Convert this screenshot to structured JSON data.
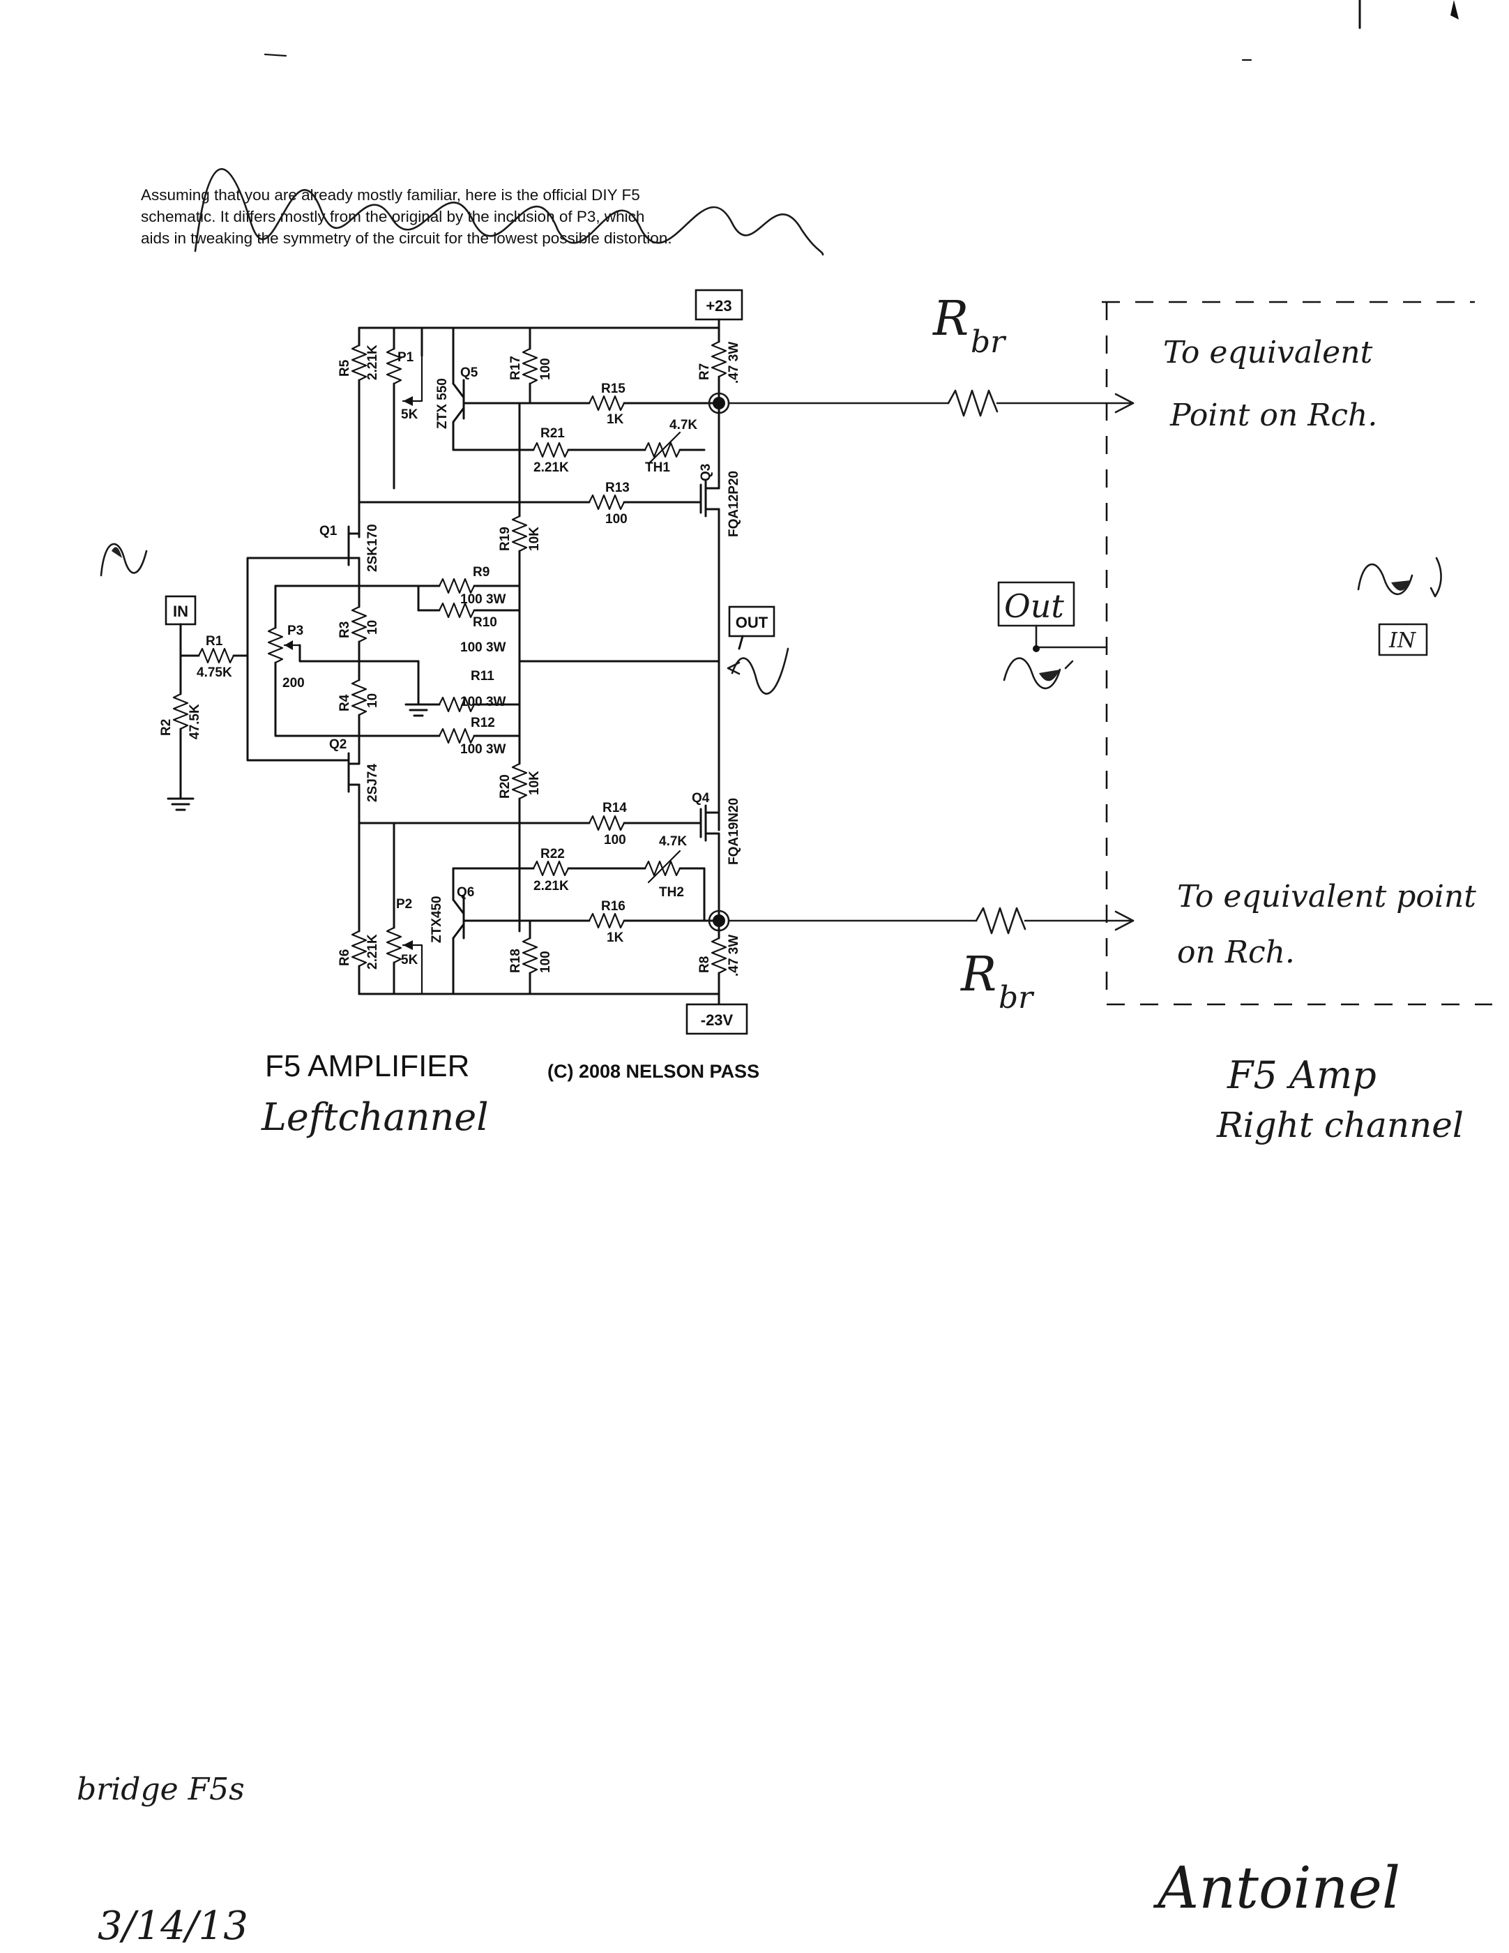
{
  "intro": {
    "line1": "Assuming that you are already mostly familiar, here is the official DIY F5",
    "line2": "schematic.  It differs mostly from the original by the inclusion of P3, which",
    "line3": "aids in tweaking the symmetry of the circuit for the lowest possible distortion."
  },
  "rails": {
    "pos": "+23",
    "neg": "-23V"
  },
  "terminals": {
    "in": "IN",
    "out": "OUT"
  },
  "components": {
    "R1": {
      "ref": "R1",
      "val": "4.75K"
    },
    "R2": {
      "ref": "R2",
      "val": "47.5K"
    },
    "R3": {
      "ref": "R3",
      "val": "10"
    },
    "R4": {
      "ref": "R4",
      "val": "10"
    },
    "R5": {
      "ref": "R5",
      "val": "2.21K"
    },
    "R6": {
      "ref": "R6",
      "val": "2.21K"
    },
    "R7": {
      "ref": "R7",
      "val": ".47 3W"
    },
    "R8": {
      "ref": "R8",
      "val": ".47 3W"
    },
    "R9": {
      "ref": "R9",
      "val": "100 3W"
    },
    "R10": {
      "ref": "R10",
      "val": "100 3W"
    },
    "R11": {
      "ref": "R11",
      "val": "100 3W"
    },
    "R12": {
      "ref": "R12",
      "val": "100 3W"
    },
    "R13": {
      "ref": "R13",
      "val": "100"
    },
    "R14": {
      "ref": "R14",
      "val": "100"
    },
    "R15": {
      "ref": "R15",
      "val": "1K"
    },
    "R16": {
      "ref": "R16",
      "val": "1K"
    },
    "R17": {
      "ref": "R17",
      "val": "100"
    },
    "R18": {
      "ref": "R18",
      "val": "100"
    },
    "R19": {
      "ref": "R19",
      "val": "10K"
    },
    "R20": {
      "ref": "R20",
      "val": "10K"
    },
    "R21": {
      "ref": "R21",
      "val": "2.21K"
    },
    "R22": {
      "ref": "R22",
      "val": "2.21K"
    },
    "P1": {
      "ref": "P1",
      "val": "5K"
    },
    "P2": {
      "ref": "P2",
      "val": "5K"
    },
    "P3": {
      "ref": "P3",
      "val": "200"
    },
    "TH1": {
      "ref": "TH1",
      "val": "4.7K"
    },
    "TH2": {
      "ref": "TH2",
      "val": "4.7K"
    },
    "Q1": {
      "ref": "Q1",
      "val": "2SK170"
    },
    "Q2": {
      "ref": "Q2",
      "val": "2SJ74"
    },
    "Q3": {
      "ref": "Q3",
      "val": "FQA12P20"
    },
    "Q4": {
      "ref": "Q4",
      "val": "FQA19N20"
    },
    "Q5": {
      "ref": "Q5",
      "val": "ZTX 550"
    },
    "Q6": {
      "ref": "Q6",
      "val": "ZTX450"
    }
  },
  "caption": {
    "title": "F5 AMPLIFIER",
    "copyright": "(C) 2008 NELSON PASS"
  },
  "handwritten": {
    "left_channel": "Leftchannel",
    "rbr_top": "R",
    "rbr_top_sub": "br",
    "rbr_bottom": "R",
    "rbr_bottom_sub": "br",
    "note_top_1": "To equivalent",
    "note_top_2": "Point on Rch.",
    "note_bottom_1": "To equivalent point",
    "note_bottom_2": "on      Rch.",
    "out_label": "Out",
    "in_label": "IN",
    "right_title": "F5 Amp",
    "right_sub": "Right channel",
    "bridge": "bridge F5s",
    "date": "3/14/13",
    "signature": "Antoinel"
  }
}
